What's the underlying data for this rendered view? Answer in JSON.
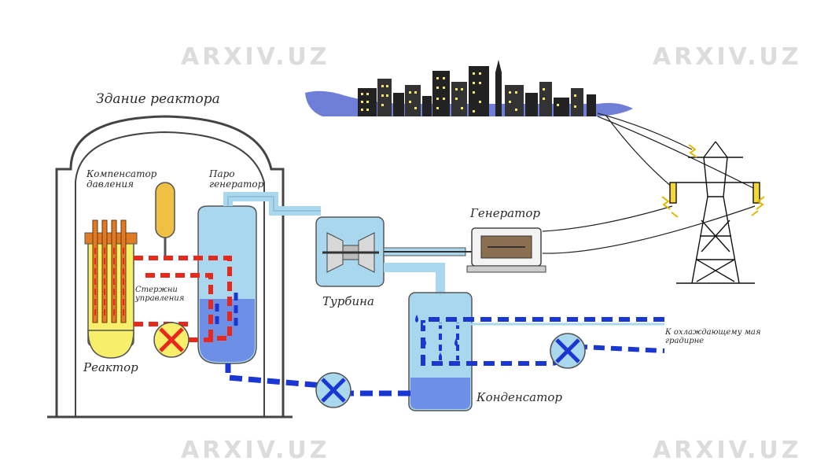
{
  "labels": {
    "building": "Здание реактора",
    "pressurizer": "Компенсатор давления",
    "steam_generator": "Паро генератор",
    "generator": "Генератор",
    "control_rods": "Стержни управления",
    "turbine": "Турбина",
    "reactor": "Реактор",
    "condenser": "Конденсатор",
    "cooling_tower": "К охлаждающему мая градирне"
  },
  "watermark": "ARXIV.UZ",
  "colors": {
    "hot": "#e8271d",
    "cold": "#1a37d4",
    "steam": "#a9d8ee",
    "reactor_body": "#f7ef6a",
    "rods": "#e07a23",
    "building": "#444444"
  },
  "icons": [
    "city-skyline-icon",
    "transmission-tower-icon",
    "pump-icon",
    "lightning-icon"
  ]
}
